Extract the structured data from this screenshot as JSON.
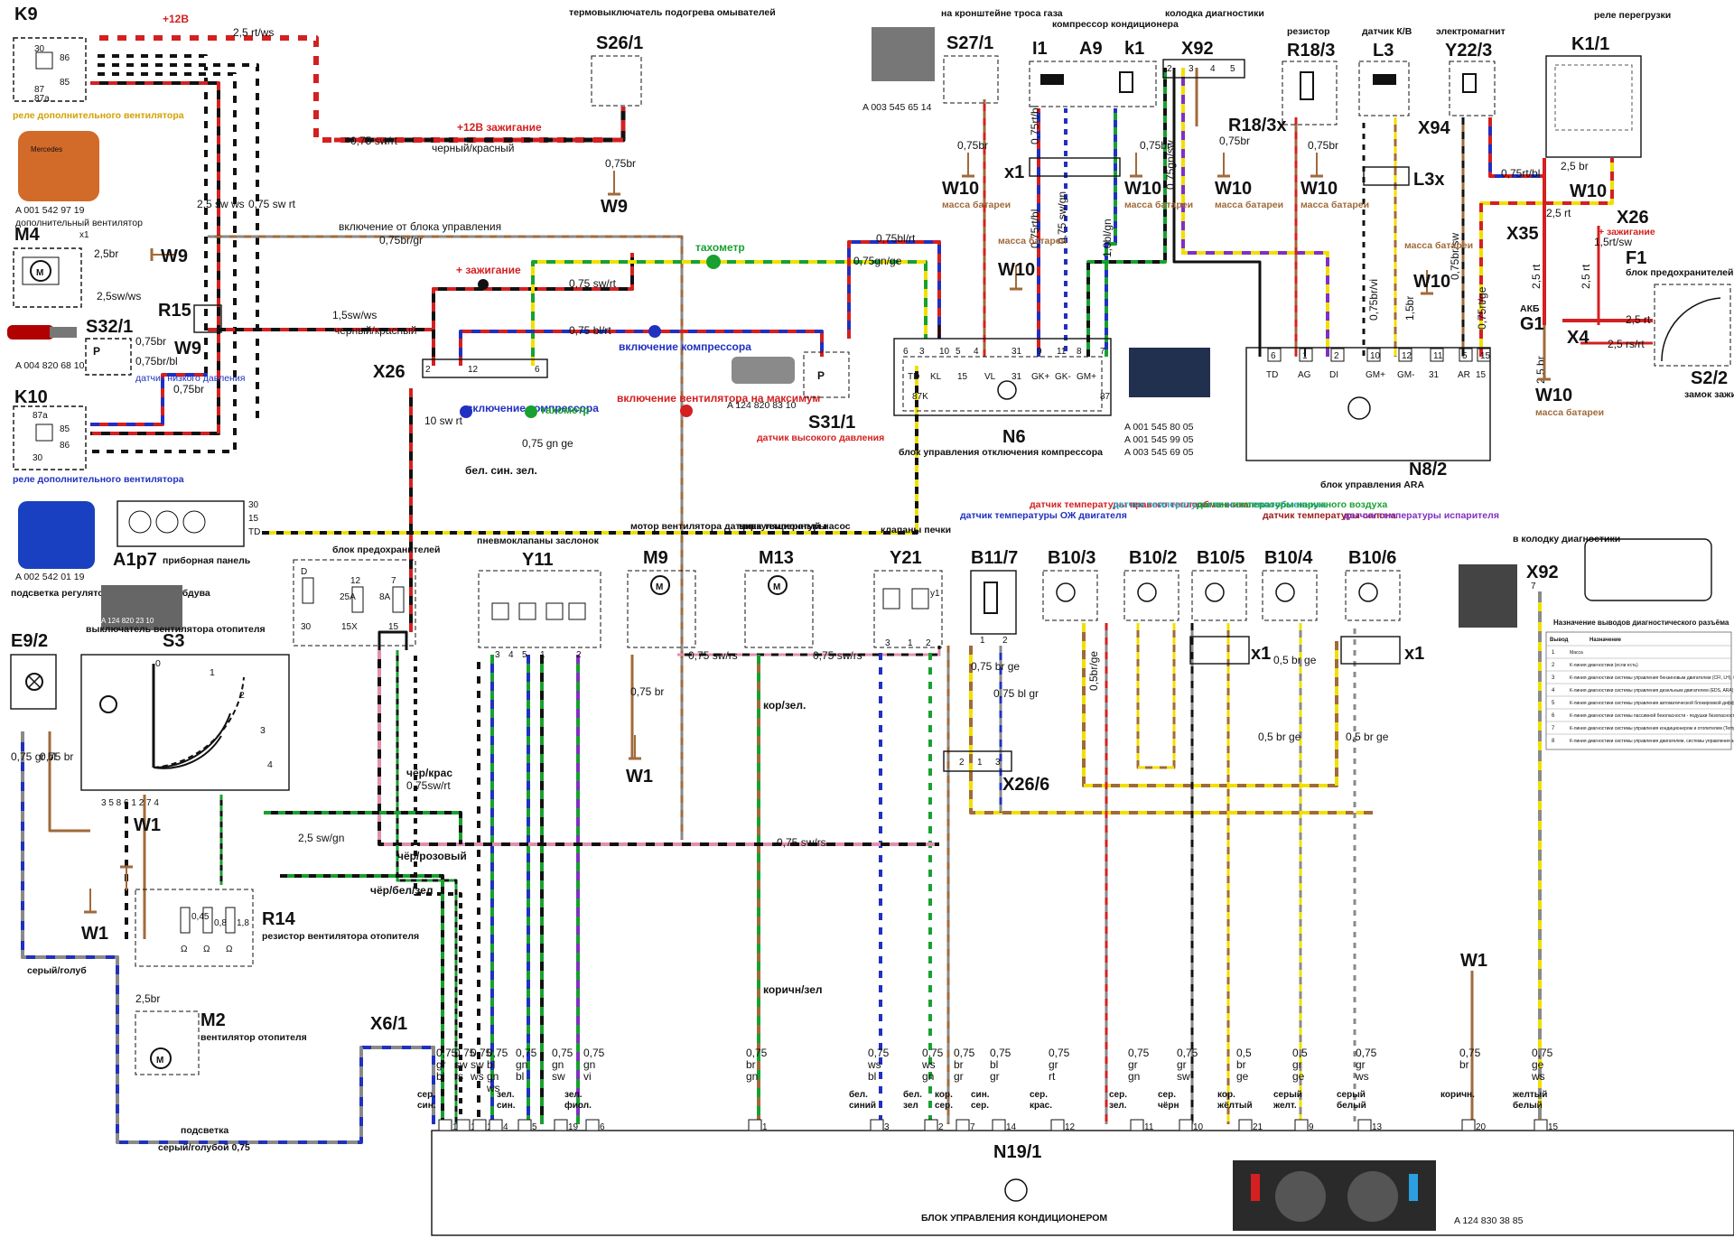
{
  "components": {
    "K9": {
      "id": "K9",
      "caption": "реле дополнительного вентилятора",
      "part": "A 001 542 97 19",
      "part_caption": "дополнительный вентилятор",
      "pins": [
        "30",
        "86",
        "85",
        "87",
        "87a"
      ]
    },
    "M4": {
      "id": "M4",
      "pin": "x1"
    },
    "R15": {
      "id": "R15"
    },
    "S32_1": {
      "id": "S32/1",
      "caption": "датчик низкого давления",
      "part": "A 004 820 68 10"
    },
    "K10": {
      "id": "K10",
      "caption": "реле дополнительного вентилятора",
      "part": "A 002 542 01 19",
      "pins": [
        "87a",
        "30",
        "86",
        "85",
        "87"
      ]
    },
    "E9_2": {
      "id": "E9/2",
      "caption": "подсветка регулятора напрвления обдува"
    },
    "S3": {
      "id": "S3",
      "caption": "выключатель вентилятора отопителя",
      "part": "A 124 820 23 10",
      "scale": [
        "0",
        "1",
        "2",
        "3",
        "4"
      ]
    },
    "A1p7": {
      "id": "A1p7",
      "caption": "приборная панель",
      "pins": [
        "30",
        "15",
        "TD"
      ]
    },
    "fusebox": {
      "caption": "блок предохранителей",
      "f1": "25A",
      "f2": "8A",
      "pins": [
        "D",
        "12",
        "7",
        "30",
        "15X",
        "15"
      ]
    },
    "R14": {
      "id": "R14",
      "caption": "резистор вентилятора отопителя",
      "values": [
        "0,45",
        "0,8",
        "1,8"
      ],
      "unit": "Ω"
    },
    "M2": {
      "id": "M2",
      "caption": "вентилятор отопителя"
    },
    "X6_1": {
      "id": "X6/1"
    },
    "S26_1": {
      "id": "S26/1",
      "caption": "термовыключатель подогрева омывателей"
    },
    "S27_1": {
      "id": "S27/1",
      "caption": "на кронштейне троса газа",
      "part": "A 003 545 65 14"
    },
    "I1": {
      "id": "I1"
    },
    "A9": {
      "id": "A9",
      "caption": "компрессор кондиционера"
    },
    "k1": {
      "id": "k1"
    },
    "X92_top": {
      "id": "X92",
      "caption": "колодка диагностики",
      "pins": [
        "2",
        "3",
        "4",
        "5"
      ]
    },
    "R18_3": {
      "id": "R18/3",
      "caption": "резистор"
    },
    "R18_3x": {
      "id": "R18/3x"
    },
    "L3": {
      "id": "L3",
      "caption": "датчик К/В"
    },
    "L3x": {
      "id": "L3x"
    },
    "Y22_3": {
      "id": "Y22/3",
      "caption": "электромагнит"
    },
    "X94": {
      "id": "X94"
    },
    "K1_1": {
      "id": "K1/1",
      "caption": "реле перегрузки"
    },
    "X26": {
      "id": "X26",
      "pins": [
        "2",
        "12",
        "6"
      ]
    },
    "X35": {
      "id": "X35"
    },
    "F1": {
      "id": "F1",
      "caption": "блок предохранителей"
    },
    "G1": {
      "id": "G1",
      "caption": "АКБ"
    },
    "X4": {
      "id": "X4"
    },
    "S2_2": {
      "id": "S2/2",
      "caption": "замок зажигания"
    },
    "S31_1": {
      "id": "S31/1",
      "caption": "датчик высокого давления",
      "part": "A 124 820 83 10"
    },
    "N6": {
      "id": "N6",
      "caption": "блок управления отключения компрессора",
      "parts": [
        "A 001 545 80 05",
        "A 001 545 99 05",
        "A 003 545 69 05"
      ],
      "pins": [
        "6",
        "3",
        "10",
        "5",
        "4",
        "31",
        "9",
        "11",
        "8",
        "7"
      ],
      "pin_labels": [
        "TD",
        "KL",
        "15",
        "VL",
        "31",
        "GK+",
        "GK-",
        "GM+",
        "87K",
        "87"
      ]
    },
    "N8_2": {
      "id": "N8/2",
      "caption": "блок управления ARA",
      "pins": [
        "6",
        "1",
        "2",
        "10",
        "12",
        "11",
        "5",
        "15"
      ],
      "pin_labels": [
        "TD",
        "AG",
        "DI",
        "GM+",
        "GM-",
        "31",
        "AR",
        "15"
      ]
    },
    "Y11": {
      "id": "Y11",
      "caption": "пневмоклапаны заслонок",
      "pins": [
        "3",
        "4",
        "5",
        "1",
        "2"
      ]
    },
    "M9": {
      "id": "M9",
      "caption": "мотор вентилятора датчика температуры"
    },
    "M13": {
      "id": "M13",
      "caption": "циркуляционный насос"
    },
    "Y21": {
      "id": "Y21",
      "caption": "клапаны печки",
      "sub": "y1",
      "pins": [
        "3",
        "1",
        "2"
      ]
    },
    "B11_7": {
      "id": "B11/7",
      "caption": "датчик температуры ОЖ двигателя",
      "pins": [
        "1",
        "2"
      ]
    },
    "B10_3": {
      "id": "B10/3",
      "caption": "датчик температуры правого теплообменника"
    },
    "B10_2": {
      "id": "B10/2",
      "caption": "датчик температуры левого теплообменника"
    },
    "B10_5": {
      "id": "B10/5",
      "caption": "датчик температуры наружного воздуха"
    },
    "B10_4": {
      "id": "B10/4",
      "caption": "датчик температуры салона"
    },
    "B10_6": {
      "id": "B10/6",
      "caption": "датчик температуры испарителя"
    },
    "X26_6": {
      "id": "X26/6",
      "pins": [
        "2",
        "1",
        "3"
      ]
    },
    "X92_bottom": {
      "id": "X92",
      "caption": "в колодку диагностики",
      "pin": "7"
    },
    "N19_1": {
      "id": "N19/1",
      "caption": "БЛОК УПРАВЛЕНИЯ КОНДИЦИОНЕРОМ",
      "part": "A 124 830 38 85"
    }
  },
  "wire_labels": [
    "+12В",
    "2,5 rt/ws",
    "+12В зажигание",
    "0,75 sw/rt",
    "черный/красный",
    "2,5 sw ws",
    "0,75 sw rt",
    "включение от блока управления",
    "0,75br/gr",
    "2,5br",
    "2,5sw/ws",
    "0,75br",
    "0,75br/bl",
    "1,5sw/ws",
    "черный/красный",
    "0,75 sw/rt",
    "+ зажигание",
    "0,75 sw/rt",
    "0,75 bl/rt",
    "тахометр",
    "0,75gn/ge",
    "0,75bl/rt",
    "включение компрессора",
    "включение вентилятора на максимум",
    "10 sw rt",
    "0,75 gn ge",
    "бел. син. зел.",
    "0,75 sw/gn",
    "0,75rt/bl",
    "0,75rt/bl",
    "2,5 rt",
    "2,5 rt",
    "2,5 rt",
    "2,5 rs/rt",
    "0,75br/vi",
    "1,5br",
    "0,75br/sw",
    "0,75rt/ge",
    "2,5 br",
    "0,75 sw/rs",
    "0,75 sw/rs",
    "0,75 sw/rs",
    "кор/зел.",
    "чёр/крас",
    "0,75sw/rt",
    "2,5 sw/gn",
    "чёр/розовый",
    "чёр/бел/зел",
    "0,75 br",
    "серый/голуб",
    "серый/голубой 0,75",
    "подсветка",
    "0,5br/ge",
    "0,5 br ge",
    "0,5 br ge",
    "0,5 br ge",
    "0,75 br ge",
    "0,75 bl gr",
    "кор. жёлтый",
    "коричн/зел",
    "0,75rt/bl",
    "1,5rt/sw",
    "0,75br/rt",
    "0,75rt/sw",
    "0,75br/vi",
    "0,75gn/sw",
    "1,0bl/gn"
  ],
  "mass_labels": {
    "W9": "W9",
    "W10": "W10",
    "W1": "W1",
    "mass": "масса батареи"
  },
  "bottom_wires": [
    {
      "pin": "18",
      "spec": "0,75 gr bl",
      "color_name": "сер. син."
    },
    {
      "pin": "16",
      "spec": "0,75 sw rs",
      "color_name": ""
    },
    {
      "pin": "17",
      "spec": "0,75 sw ws",
      "color_name": ""
    },
    {
      "pin": "4",
      "spec": "0,75 bl gn ws",
      "color_name": ""
    },
    {
      "pin": "5",
      "spec": "0,75 gn bl",
      "color_name": "зел. син."
    },
    {
      "pin": "19",
      "spec": "0,75 gn sw",
      "color_name": ""
    },
    {
      "pin": "6",
      "spec": "0,75 gn vi",
      "color_name": "зел. фиол."
    },
    {
      "pin": "1",
      "spec": "0,75 br gn",
      "color_name": ""
    },
    {
      "pin": "3",
      "spec": "0,75 ws bl",
      "color_name": "бел. синий"
    },
    {
      "pin": "2",
      "spec": "0,75 ws gn",
      "color_name": "бел. зел"
    },
    {
      "pin": "7",
      "spec": "0,75 br gr",
      "color_name": "кор. сер."
    },
    {
      "pin": "14",
      "spec": "0,75 bl gr",
      "color_name": "син. сер."
    },
    {
      "pin": "12",
      "spec": "0,75 gr rt",
      "color_name": "сер. крас."
    },
    {
      "pin": "11",
      "spec": "0,75 gr gn",
      "color_name": "сер. зел."
    },
    {
      "pin": "10",
      "spec": "0,75 gr sw",
      "color_name": "сер. чёрн"
    },
    {
      "pin": "21",
      "spec": "0,5 br ge",
      "color_name": "кор. жёлтый"
    },
    {
      "pin": "9",
      "spec": "0,5 gr ge",
      "color_name": "серый желт."
    },
    {
      "pin": "13",
      "spec": "0,75 gr ws",
      "color_name": "серый белый"
    },
    {
      "pin": "20",
      "spec": "0,75 br",
      "color_name": "коричн."
    },
    {
      "pin": "15",
      "spec": "0,75 ge ws",
      "color_name": "желтый белый"
    }
  ],
  "diag_table": {
    "title": "Назначение выводов диагностического разъёма",
    "headers": [
      "Вывод",
      "Назначение"
    ],
    "rows": [
      [
        "1",
        "Масса"
      ],
      [
        "2",
        "К-линия диагностики (если есть)"
      ],
      [
        "3",
        "К-линия диагностики системы управления бензиновым двигателем (CFI, LH), блока диагностики (DI)"
      ],
      [
        "4",
        "К-линия диагностики системы управления дизельным двигателем (EDS, ARA) или системы самодиагностики LED (если установлен)"
      ],
      [
        "5",
        "К-линия диагностики системы управления автоматической блокировкой дифференциала (ASD, 4MATIC)"
      ],
      [
        "6",
        "К-линия диагностики системы пассивной безопасности - подушки безопасности, преднатяжители ремней (SRS, AB). Вывод для сброса сервисного интервала (?)"
      ],
      [
        "7",
        "К-линия диагностики системы управления кондиционером и отопителем (Tempmatic, Automatic), системы управления дугами безопасности (RB на R129)"
      ],
      [
        "8",
        "К-линия диагностики системы управления двигателем, системы управления зажиганием"
      ]
    ]
  },
  "colors": {
    "red": "#d42020",
    "black": "#111111",
    "yellow": "#f0e000",
    "green": "#18a030",
    "blue": "#2030c0",
    "brown": "#a06a3a",
    "purple": "#8030c0",
    "pink": "#e090b0",
    "grey": "#8a8a8a",
    "white": "#ffffff"
  }
}
